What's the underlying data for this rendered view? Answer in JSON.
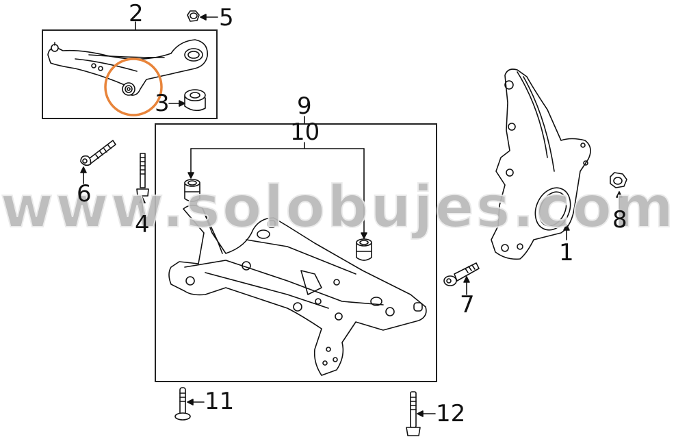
{
  "diagram": {
    "title": "Front suspension / subframe exploded parts diagram",
    "accent_color": "#e8843a",
    "line_color": "#111111",
    "callouts": [
      {
        "id": "1",
        "label": "1",
        "part": "steering-knuckle"
      },
      {
        "id": "2",
        "label": "2",
        "part": "lower-control-arm"
      },
      {
        "id": "3",
        "label": "3",
        "part": "control-arm-bushing"
      },
      {
        "id": "4",
        "label": "4",
        "part": "bolt"
      },
      {
        "id": "5",
        "label": "5",
        "part": "nut"
      },
      {
        "id": "6",
        "label": "6",
        "part": "bolt"
      },
      {
        "id": "7",
        "label": "7",
        "part": "bolt"
      },
      {
        "id": "8",
        "label": "8",
        "part": "nut"
      },
      {
        "id": "9",
        "label": "9",
        "part": "subframe"
      },
      {
        "id": "10",
        "label": "10",
        "part": "subframe-bushing"
      },
      {
        "id": "11",
        "label": "11",
        "part": "bolt"
      },
      {
        "id": "12",
        "label": "12",
        "part": "bolt"
      }
    ],
    "highlight": {
      "target": "control-arm-bushing",
      "shape": "circle",
      "color": "#e8843a"
    }
  },
  "watermark": {
    "text": "www.solobujes.com"
  }
}
